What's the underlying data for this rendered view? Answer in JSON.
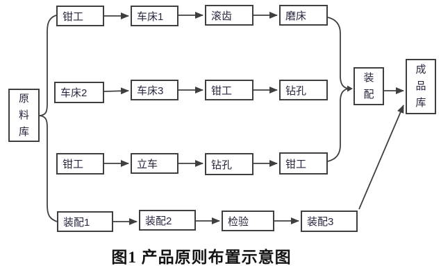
{
  "caption": "图1 产品原则布置示意图",
  "stores": {
    "raw": "原料库",
    "assembly": "装配",
    "finished": "成品库"
  },
  "rows": [
    {
      "cells": [
        "钳工",
        "车床1",
        "滚齿",
        "磨床"
      ]
    },
    {
      "cells": [
        "车床2",
        "车床3",
        "钳工",
        "钻孔"
      ]
    },
    {
      "cells": [
        "钳工",
        "立车",
        "钻孔",
        "钳工"
      ]
    },
    {
      "cells": [
        "装配1",
        "装配2",
        "检验",
        "装配3"
      ]
    }
  ],
  "icons": {
    "arrowhead": "solid right-pointing triangle",
    "left_brace": "curly brace fanning raw store out to four rows",
    "right_brace": "curly brace merging three rows into assembly"
  },
  "colors": {
    "line": "#3f3f3f",
    "box_border": "#3f3f3f",
    "box_background": "#ffffff",
    "text": "#26263e",
    "caption_text": "#141414",
    "page_background": "#ffffff"
  }
}
